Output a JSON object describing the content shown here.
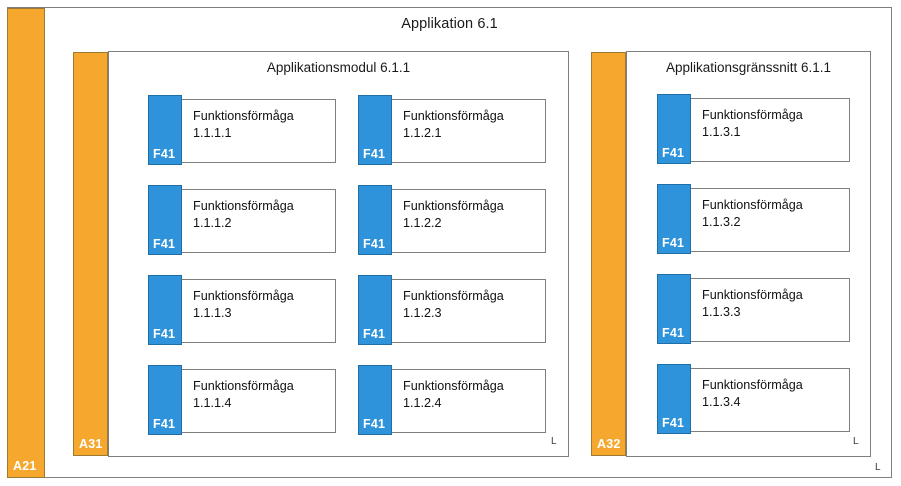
{
  "application": {
    "title": "Applikation 6.1",
    "corner_marker": "L"
  },
  "actors": [
    {
      "id": "a21",
      "label": "A21"
    },
    {
      "id": "a31",
      "label": "A31"
    },
    {
      "id": "a32",
      "label": "A32"
    }
  ],
  "panels": [
    {
      "id": "module",
      "title": "Applikationsmodul 6.1.1",
      "corner_marker": "L"
    },
    {
      "id": "interface",
      "title": "Applikationsgränssnitt 6.1.1",
      "corner_marker": "L"
    }
  ],
  "function_label": "Funktionsförmåga",
  "tag_label": "F41",
  "blocks": {
    "module_col1": [
      {
        "tag": "F41",
        "name": "Funktionsförmåga",
        "number": "1.1.1.1",
        "text": "Funktionsförmåga\n1.1.1.1"
      },
      {
        "tag": "F41",
        "name": "Funktionsförmåga",
        "number": "1.1.1.2",
        "text": "Funktionsförmåga\n1.1.1.2"
      },
      {
        "tag": "F41",
        "name": "Funktionsförmåga",
        "number": "1.1.1.3",
        "text": "Funktionsförmåga\n1.1.1.3"
      },
      {
        "tag": "F41",
        "name": "Funktionsförmåga",
        "number": "1.1.1.4",
        "text": "Funktionsförmåga\n1.1.1.4"
      }
    ],
    "module_col2": [
      {
        "tag": "F41",
        "name": "Funktionsförmåga",
        "number": "1.1.2.1",
        "text": "Funktionsförmåga\n1.1.2.1"
      },
      {
        "tag": "F41",
        "name": "Funktionsförmåga",
        "number": "1.1.2.2",
        "text": "Funktionsförmåga\n1.1.2.2"
      },
      {
        "tag": "F41",
        "name": "Funktionsförmåga",
        "number": "1.1.2.3",
        "text": "Funktionsförmåga\n1.1.2.3"
      },
      {
        "tag": "F41",
        "name": "Funktionsförmåga",
        "number": "1.1.2.4",
        "text": "Funktionsförmåga\n1.1.2.4"
      }
    ],
    "interface_col1": [
      {
        "tag": "F41",
        "name": "Funktionsförmåga",
        "number": "1.1.3.1",
        "text": "Funktionsförmåga\n1.1.3.1"
      },
      {
        "tag": "F41",
        "name": "Funktionsförmåga",
        "number": "1.1.3.2",
        "text": "Funktionsförmåga\n1.1.3.2"
      },
      {
        "tag": "F41",
        "name": "Funktionsförmåga",
        "number": "1.1.3.3",
        "text": "Funktionsförmåga\n1.1.3.3"
      },
      {
        "tag": "F41",
        "name": "Funktionsförmåga",
        "number": "1.1.3.4",
        "text": "Funktionsförmåga\n1.1.3.4"
      }
    ]
  },
  "colors": {
    "actor_orange": "#f5a72e",
    "actor_border": "#9c7a33",
    "tag_blue": "#2f93db",
    "tag_border": "#1f6ea6",
    "frame_gray": "#7f7f7f",
    "background": "#ffffff",
    "text": "#111111"
  }
}
